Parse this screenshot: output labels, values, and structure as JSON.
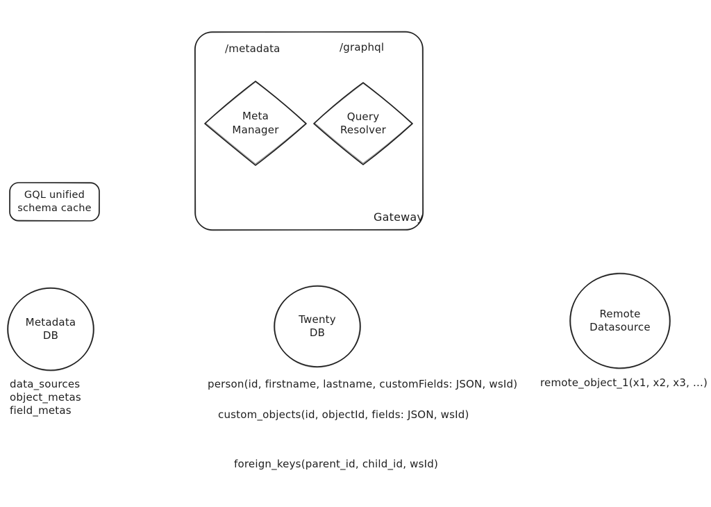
{
  "gateway": {
    "label": "Gateway",
    "route_metadata": "/metadata",
    "route_graphql": "/graphql",
    "meta_manager": "Meta\nManager",
    "query_resolver": "Query\nResolver"
  },
  "schema_cache": {
    "label": "GQL unified\nschema cache"
  },
  "metadata_db": {
    "label": "Metadata\nDB",
    "tables": [
      "data_sources",
      "object_metas",
      "field_metas"
    ]
  },
  "twenty_db": {
    "label": "Twenty\nDB",
    "tables": [
      "person(id, firstname, lastname, customFields: JSON, wsId)",
      "custom_objects(id, objectId, fields: JSON, wsId)",
      "foreign_keys(parent_id, child_id, wsId)"
    ]
  },
  "remote_datasource": {
    "label": "Remote\nDatasource",
    "tables": [
      "remote_object_1(x1, x2, x3, ...)"
    ]
  },
  "colors": {
    "stroke": "#1e1e1e",
    "background": "#ffffff"
  }
}
